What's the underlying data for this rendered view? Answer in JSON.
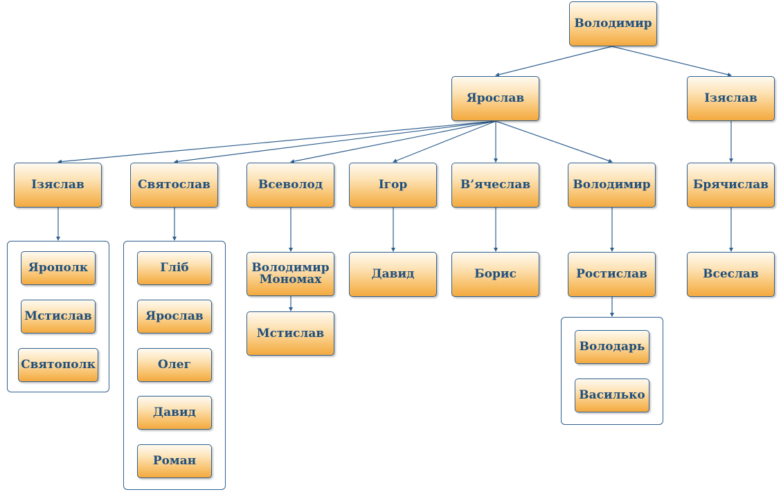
{
  "nodes": {
    "volodymyr_root": "Володимир",
    "yaroslav": "Ярослав",
    "iziaslav_top": "Ізяслав",
    "iziaslav": "Ізяслав",
    "sviatoslav": "Святослав",
    "vsevolod": "Всеволод",
    "igor": "Ігор",
    "viacheslav": "В’ячеслав",
    "volodymyr": "Володимир",
    "briachyslav": "Брячислав",
    "yaropolk": "Ярополк",
    "mstyslav_1": "Мстислав",
    "sviatopolk": "Святополк",
    "glib": "Гліб",
    "yaroslav_2": "Ярослав",
    "oleg": "Олег",
    "davyd_1": "Давид",
    "roman": "Роман",
    "monomakh_line1": "Володимир",
    "monomakh_line2": "Мономах",
    "mstyslav_2": "Мстислав",
    "davyd_2": "Давид",
    "borys": "Борис",
    "rostyslav": "Ростислав",
    "volodar": "Володарь",
    "vasylko": "Василько",
    "vseslav": "Всеслав"
  },
  "colors": {
    "border": "#2f5f8e",
    "text": "#1f4f7d",
    "fill_top": "#fefaf0",
    "fill_bottom": "#f3a93f"
  }
}
